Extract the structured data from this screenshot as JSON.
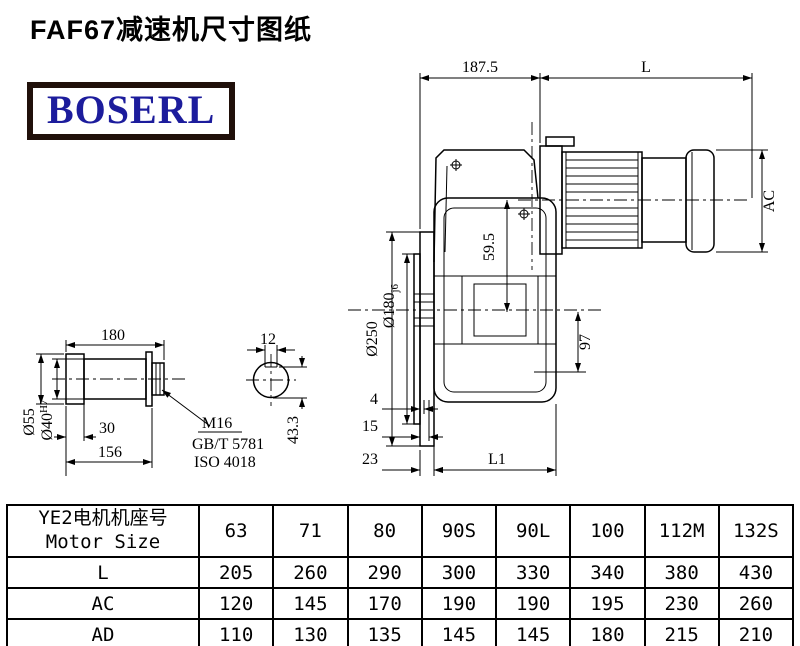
{
  "page": {
    "title": "FAF67减速机尺寸图纸",
    "logo_text": "BOSERL"
  },
  "drawing": {
    "dim_187_5": "187.5",
    "dim_L": "L",
    "dim_AC": "AC",
    "dim_d250": "Ø250",
    "dim_d180_base": "Ø180",
    "dim_d180_tol": "j6",
    "dim_59_5": "59.5",
    "dim_97": "97",
    "dim_4": "4",
    "dim_15": "15",
    "dim_23": "23",
    "dim_L1": "L1",
    "dim_180": "180",
    "dim_12": "12",
    "dim_d55": "Ø55",
    "dim_d40_base": "Ø40",
    "dim_d40_tol": "H7",
    "dim_30": "30",
    "dim_156": "156",
    "dim_43_3": "43.3",
    "note_thread": "M16",
    "note_std_gb": "GB/T 5781",
    "note_std_iso": "ISO 4018"
  },
  "table": {
    "header": {
      "line1": "YE2电机机座号",
      "line2": "Motor Size"
    },
    "motor_sizes": [
      "63",
      "71",
      "80",
      "90S",
      "90L",
      "100",
      "112M",
      "132S"
    ],
    "rows": [
      {
        "label": "L",
        "values": [
          "205",
          "260",
          "290",
          "300",
          "330",
          "340",
          "380",
          "430"
        ]
      },
      {
        "label": "AC",
        "values": [
          "120",
          "145",
          "170",
          "190",
          "190",
          "195",
          "230",
          "260"
        ]
      },
      {
        "label": "AD",
        "values": [
          "110",
          "130",
          "135",
          "145",
          "145",
          "180",
          "215",
          "210"
        ]
      }
    ]
  }
}
